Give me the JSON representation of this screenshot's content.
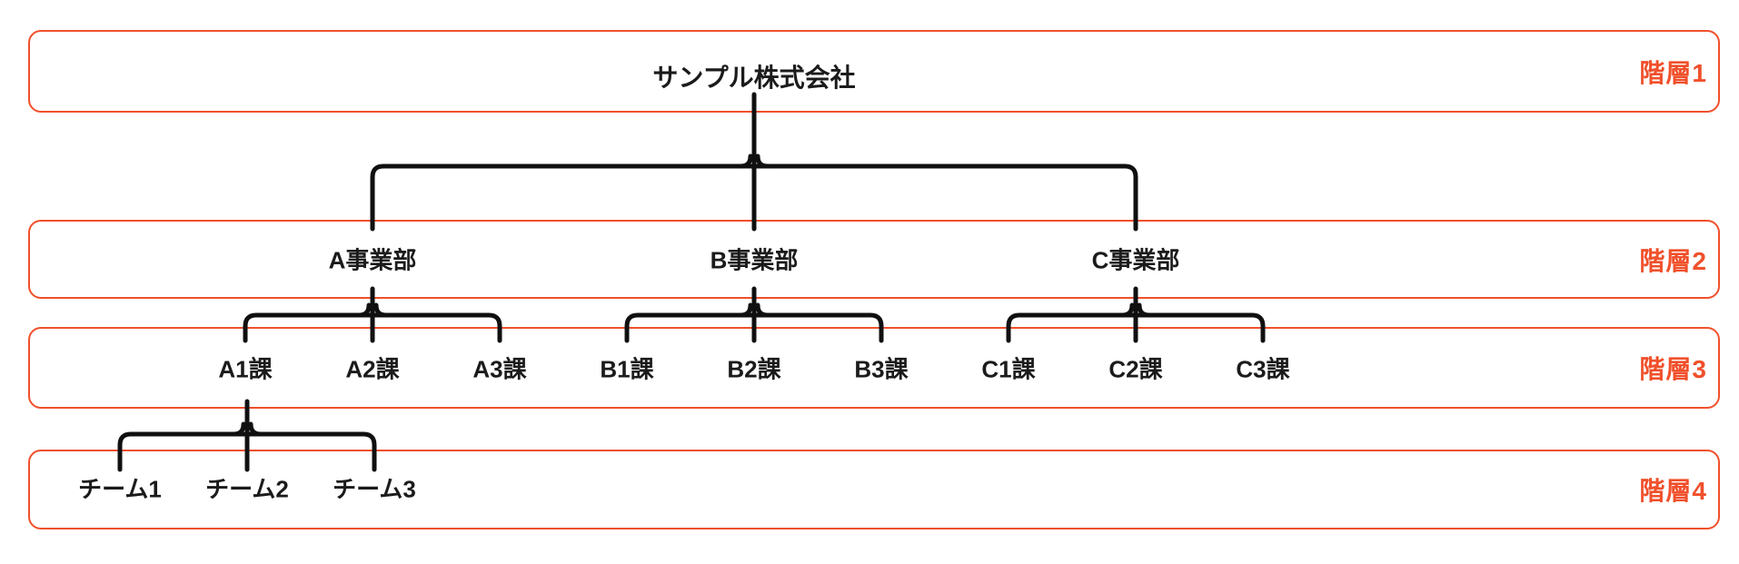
{
  "colors": {
    "accent": "#F0502B",
    "line": "#101010",
    "text": "#1B1B1B",
    "background": "#FFFFFF"
  },
  "root": {
    "label": "サンプル株式会社"
  },
  "levels": [
    {
      "label": "階層1"
    },
    {
      "label": "階層2"
    },
    {
      "label": "階層3"
    },
    {
      "label": "階層4"
    }
  ],
  "divisions": [
    {
      "label": "A事業部"
    },
    {
      "label": "B事業部"
    },
    {
      "label": "C事業部"
    }
  ],
  "sections": [
    {
      "label": "A1課"
    },
    {
      "label": "A2課"
    },
    {
      "label": "A3課"
    },
    {
      "label": "B1課"
    },
    {
      "label": "B2課"
    },
    {
      "label": "B3課"
    },
    {
      "label": "C1課"
    },
    {
      "label": "C2課"
    },
    {
      "label": "C3課"
    }
  ],
  "teams": [
    {
      "label": "チーム1"
    },
    {
      "label": "チーム2"
    },
    {
      "label": "チーム3"
    }
  ]
}
